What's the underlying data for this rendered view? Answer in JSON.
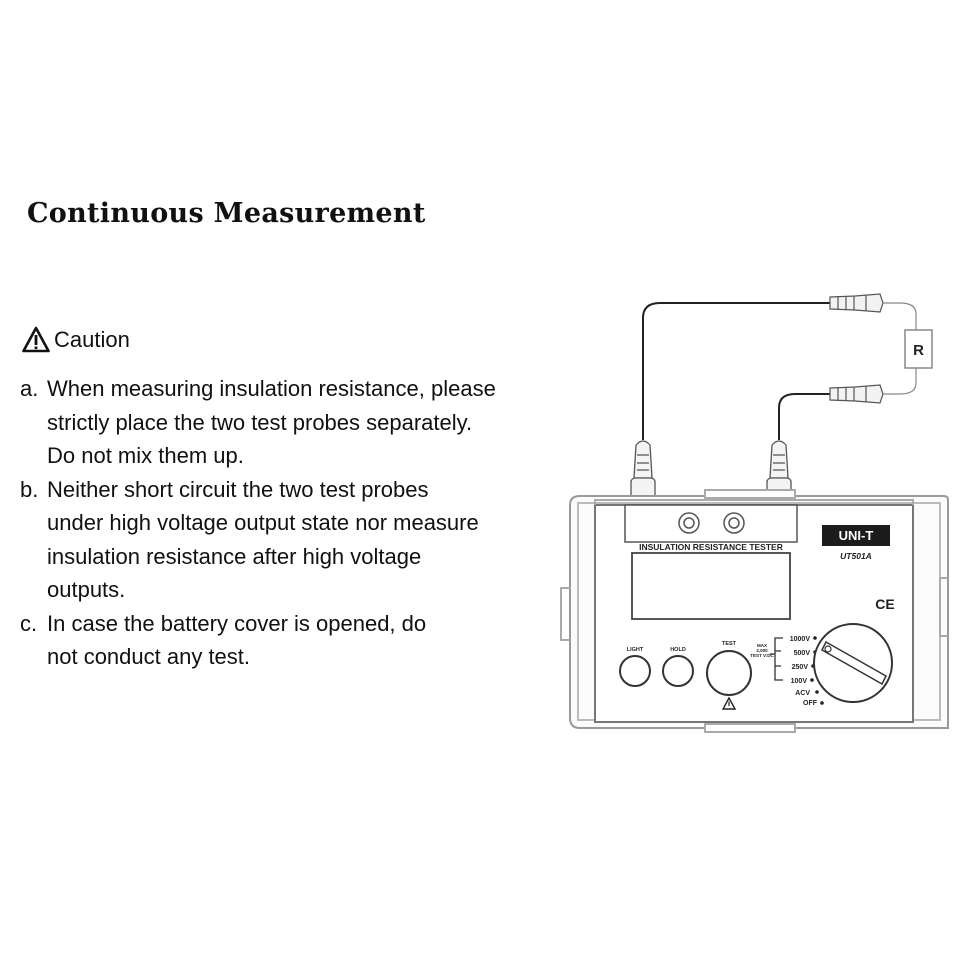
{
  "heading": "Continuous Measurement",
  "caution": {
    "icon": "warning-triangle-icon",
    "label": "Caution"
  },
  "notes": [
    {
      "marker": "a.",
      "text": "When measuring insulation resistance, please\nstrictly place the two test probes separately.\nDo not mix them up."
    },
    {
      "marker": "b.",
      "text": "Neither short circuit the two test probes\nunder high voltage output state nor measure\ninsulation resistance after high voltage\noutputs."
    },
    {
      "marker": "c.",
      "text": "In case the battery cover is opened, do\nnot conduct any test."
    }
  ],
  "diagram": {
    "resistor_label": "R",
    "brand": "UNI-T",
    "model": "UT501A",
    "panel_title": "INSULATION RESISTANCE TESTER",
    "ce_mark": "CE",
    "buttons": {
      "light": "LIGHT",
      "hold": "HOLD",
      "test": "TEST"
    },
    "max_label": "MAX",
    "max_sub": "2,000",
    "test_v_label": "TEST V:DC",
    "dial_positions": [
      "1000V",
      "500V",
      "250V",
      "100V",
      "ACV",
      "OFF"
    ]
  }
}
